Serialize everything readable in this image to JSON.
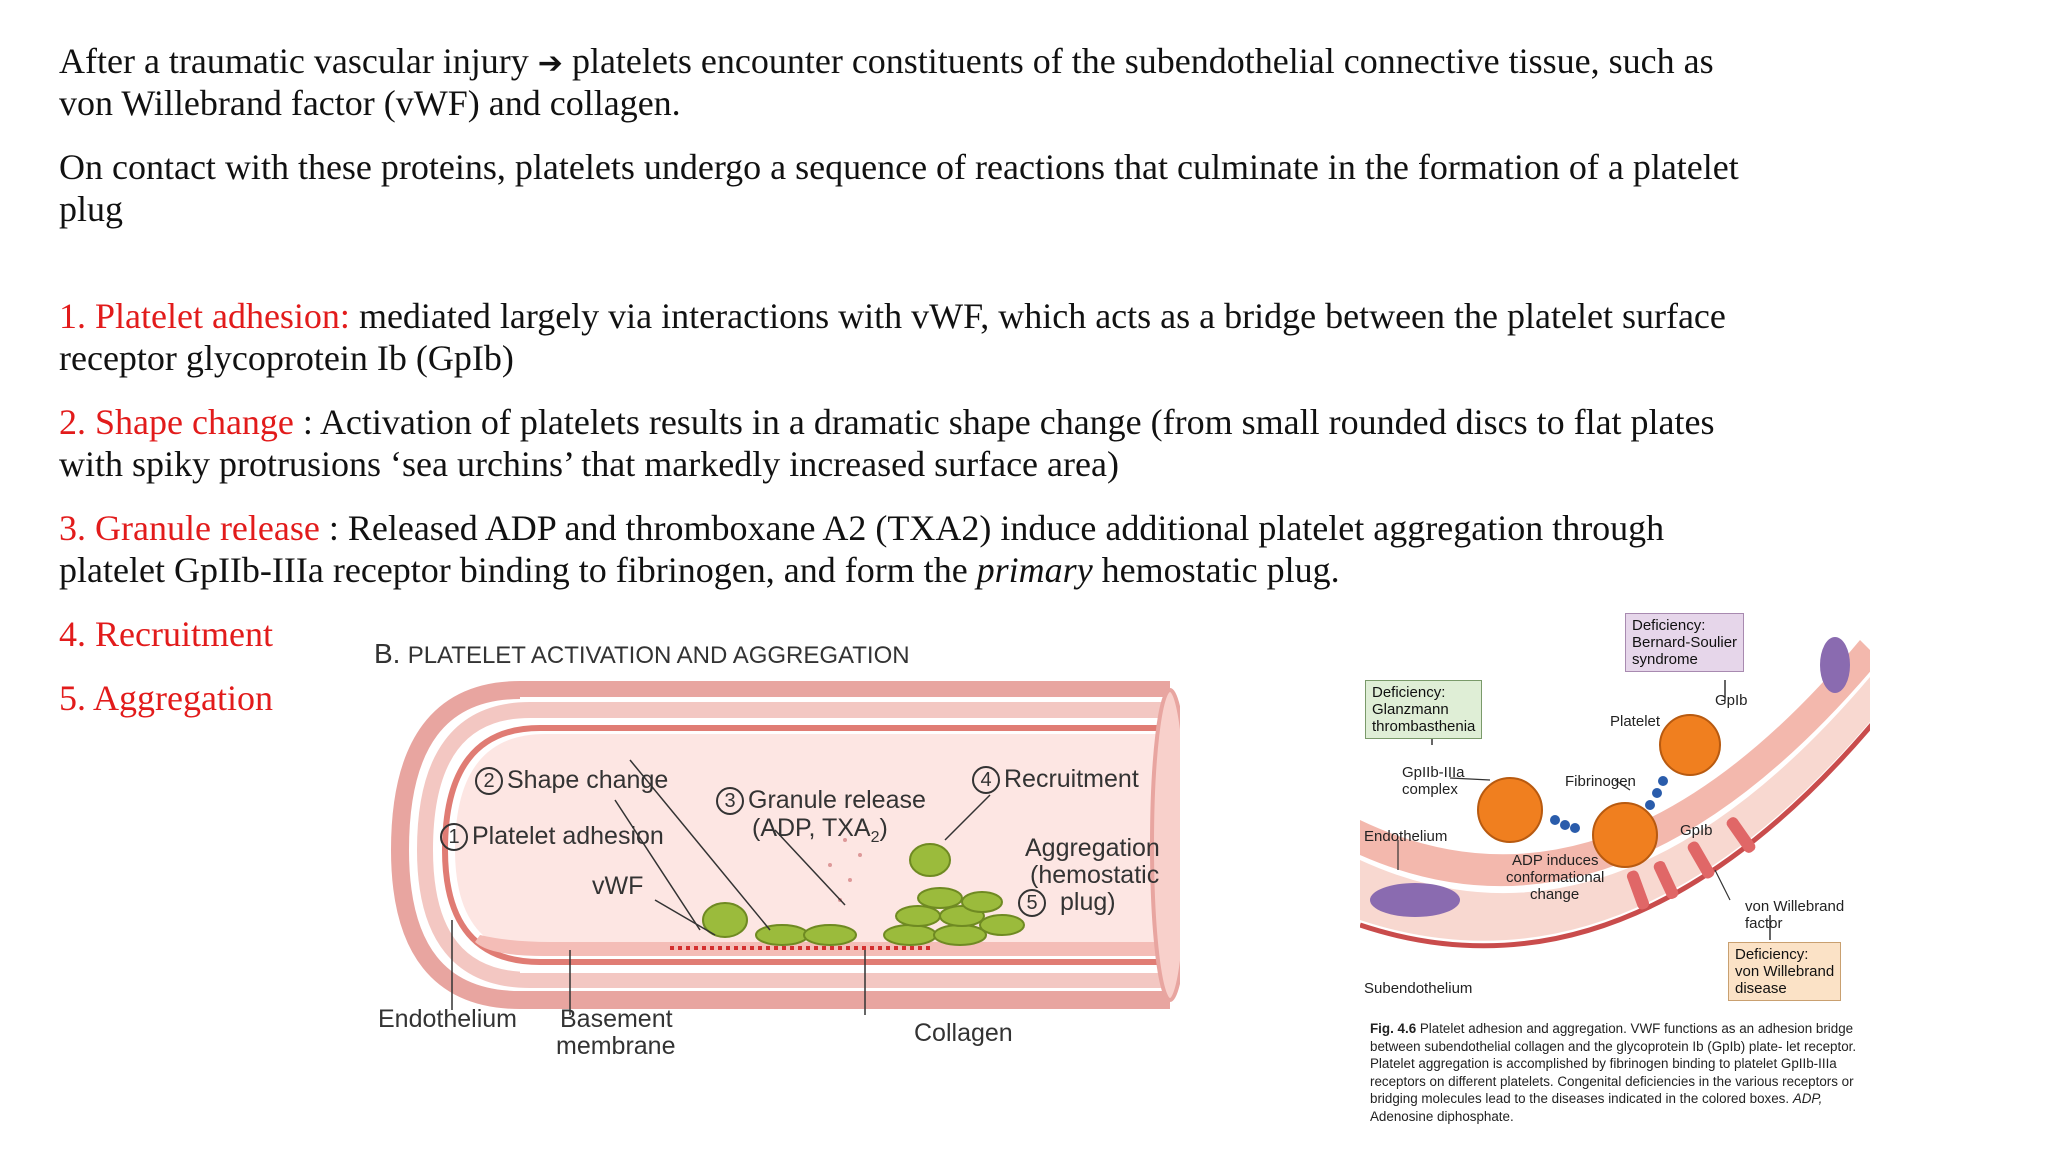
{
  "intro": {
    "line1a": "After a traumatic vascular injury",
    "arrow": "➔",
    "line1b": "platelets encounter constituents of the subendothelial connective tissue, such as",
    "line2": "von Willebrand factor (vWF) and collagen.",
    "line3": "On contact with these proteins, platelets undergo a sequence of reactions that culminate in the formation of a platelet",
    "line4": "plug"
  },
  "steps": [
    {
      "title": "1. Platelet adhesion:",
      "text1": " mediated largely via interactions with vWF, which acts as a bridge between the platelet surface",
      "text2": "receptor glycoprotein Ib (GpIb)"
    },
    {
      "title": "2. Shape change",
      "text1": " : Activation of platelets results in a dramatic shape change (from small rounded discs to flat plates",
      "text2": "with spiky protrusions ‘sea urchins’  that markedly increased surface area)"
    },
    {
      "title": "3. Granule release",
      "text1": " : Released ADP and thromboxane A2 (TXA2)  induce additional platelet aggregation  through",
      "text2a": "platelet GpIIb-IIIa receptor binding  to fibrinogen,  and form the ",
      "text2b": "primary",
      "text2c": " hemostatic plug."
    },
    {
      "title": "4. Recruitment"
    },
    {
      "title": "5. Aggregation"
    }
  ],
  "figure_b": {
    "title_letter": "B.",
    "title": "PLATELET ACTIVATION AND AGGREGATION",
    "labels": {
      "shape_change_num": "2",
      "shape_change": "Shape change",
      "adhesion_num": "1",
      "adhesion": "Platelet adhesion",
      "granule_num": "3",
      "granule": "Granule release",
      "granule_sub": "(ADP, TXA",
      "granule_sub_sub": "2",
      "granule_sub_end": ")",
      "recruit_num": "4",
      "recruit": "Recruitment",
      "aggregation1": "Aggregation",
      "aggregation2": "(hemostatic",
      "aggregation_num": "5",
      "aggregation3": "plug)",
      "vwf": "vWF",
      "endothelium": "Endothelium",
      "basement1": "Basement",
      "basement2": "membrane",
      "collagen": "Collagen"
    }
  },
  "figure_46": {
    "def_bs1": "Deficiency:",
    "def_bs2": "Bernard-Soulier",
    "def_bs3": "syndrome",
    "def_gl1": "Deficiency:",
    "def_gl2": "Glanzmann",
    "def_gl3": "thrombasthenia",
    "def_vw1": "Deficiency:",
    "def_vw2": "von Willebrand",
    "def_vw3": "disease",
    "gpib_top": "GpIb",
    "platelet": "Platelet",
    "gpiib1": "GpIIb-IIIa",
    "gpiib2": "complex",
    "fibrinogen": "Fibrinogen",
    "endothelium": "Endothelium",
    "gpib_mid": "GpIb",
    "adp1": "ADP induces",
    "adp2": "conformational",
    "adp3": "change",
    "vwf1": "von Willebrand",
    "vwf2": "factor",
    "subendothelium": "Subendothelium",
    "fig_label": "Fig. 4.6",
    "caption_a": " Platelet adhesion and aggregation. VWF functions as an adhesion bridge between subendothelial collagen and the glycoprotein Ib (GpIb) plate- let receptor. Platelet aggregation is accomplished by fibrinogen binding to platelet GpIIb-IIIa receptors on different platelets. Congenital deficiencies in the various receptors or bridging molecules lead to the diseases indicated in the colored boxes. ",
    "caption_adp": "ADP,",
    "caption_b": " Adenosine diphosphate."
  },
  "colors": {
    "accent_red": "#e21b1b",
    "vessel_pink": "#f2b6b0",
    "vessel_dark": "#d94f4f",
    "platelet_green": "#8fb33a",
    "platelet_orange": "#f07f1f",
    "box_green": "#dfeed6",
    "box_purple": "#e6d6ea",
    "box_peach": "#fbe2c6"
  }
}
